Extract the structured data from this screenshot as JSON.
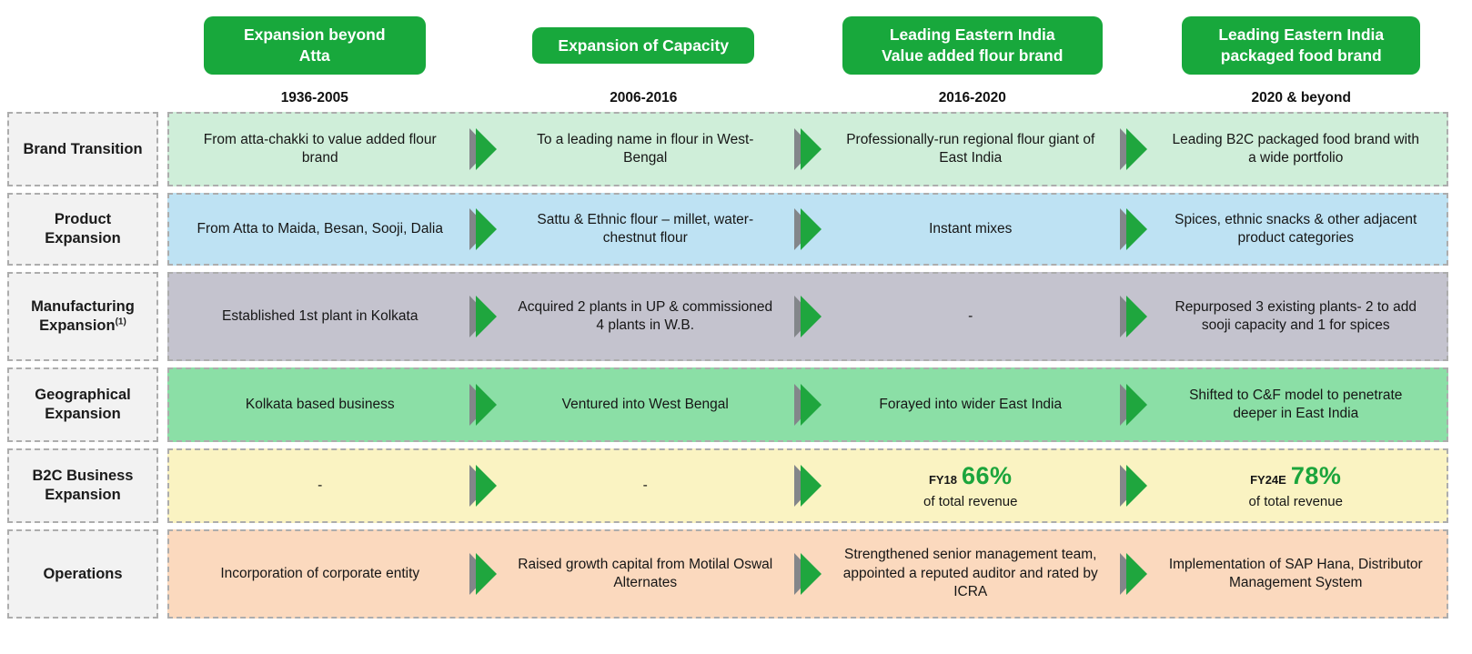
{
  "columns": [
    {
      "title": "Expansion beyond\nAtta",
      "years": "1936-2005"
    },
    {
      "title": "Expansion of Capacity",
      "years": "2006-2016"
    },
    {
      "title": "Leading Eastern India\nValue added flour brand",
      "years": "2016-2020"
    },
    {
      "title": "Leading Eastern India\npackaged food brand",
      "years": "2020 & beyond"
    }
  ],
  "rows": [
    {
      "label": "Brand Transition",
      "cells": [
        "From atta-chakki to value added flour brand",
        "To a leading name in flour in West-Bengal",
        "Professionally-run regional flour giant of East India",
        "Leading B2C packaged food brand with a wide portfolio"
      ]
    },
    {
      "label": "Product Expansion",
      "cells": [
        "From Atta to Maida, Besan, Sooji, Dalia",
        "Sattu & Ethnic flour – millet, water-chestnut flour",
        "Instant mixes",
        "Spices, ethnic snacks & other adjacent product categories"
      ]
    },
    {
      "label_main": "Manufacturing Expansion",
      "label_sup": "(1)",
      "cells": [
        "Established 1st plant in Kolkata",
        "Acquired 2 plants in UP & commissioned 4 plants in W.B.",
        "-",
        "Repurposed 3 existing plants- 2 to add sooji capacity and 1 for spices"
      ]
    },
    {
      "label": "Geographical Expansion",
      "cells": [
        "Kolkata based business",
        "Ventured into West Bengal",
        "Forayed into wider East India",
        "Shifted to C&F model to penetrate deeper in East India"
      ]
    },
    {
      "label": "B2C Business Expansion",
      "cells": [
        "-",
        "-"
      ],
      "stats": [
        {
          "prefix": "FY18",
          "pct": "66%",
          "sub": "of total revenue"
        },
        {
          "prefix": "FY24E",
          "pct": "78%",
          "sub": "of total revenue"
        }
      ]
    },
    {
      "label": "Operations",
      "cells": [
        "Incorporation of corporate entity",
        "Raised growth capital from Motilal Oswal Alternates",
        "Strengthened senior management team, appointed a reputed auditor and rated by ICRA",
        "Implementation of SAP Hana, Distributor Management System"
      ]
    }
  ],
  "icons": {
    "cell_separator": "double-chevron-right-icon"
  },
  "colors": {
    "brand_green": "#18A83C",
    "percent_green": "#1CA53C",
    "arrow_gray": "#83868A",
    "arrow_green": "#1FA63E",
    "row_brand": "#CFEED9",
    "row_product": "#BEE2F3",
    "row_manufacturing": "#C4C3CE",
    "row_geographical": "#8BDFA6",
    "row_b2c": "#FAF3C2",
    "row_operations": "#FBD9BE"
  }
}
